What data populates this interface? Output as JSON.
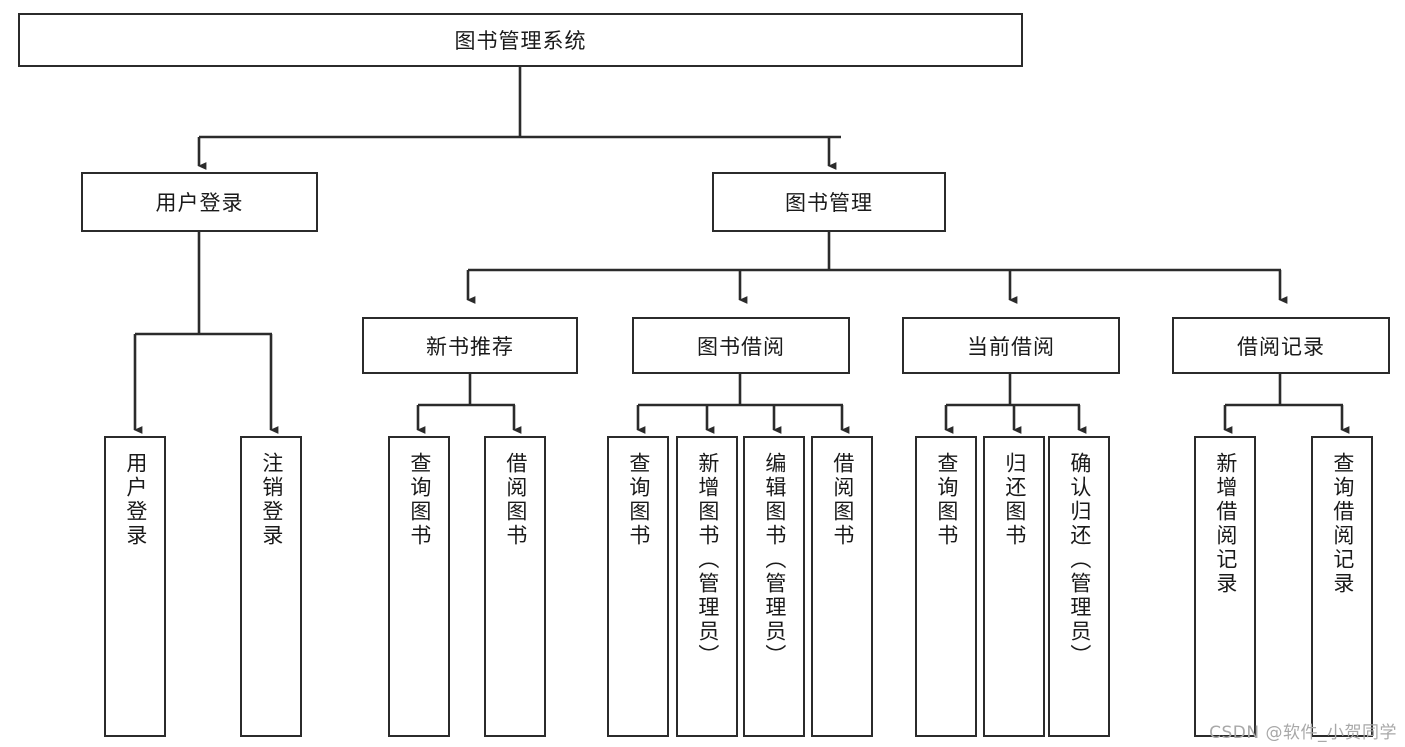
{
  "diagram": {
    "title": "图书管理系统",
    "root": {
      "label": "图书管理系统"
    },
    "level1": [
      {
        "label": "用户登录"
      },
      {
        "label": "图书管理"
      }
    ],
    "level2": [
      {
        "label": "新书推荐"
      },
      {
        "label": "图书借阅"
      },
      {
        "label": "当前借阅"
      },
      {
        "label": "借阅记录"
      }
    ],
    "leaves": {
      "user_login": [
        {
          "label": "用户登录"
        },
        {
          "label": "注销登录"
        }
      ],
      "new_book_recommend": [
        {
          "label": "查询图书"
        },
        {
          "label": "借阅图书"
        }
      ],
      "book_borrow": [
        {
          "label": "查询图书"
        },
        {
          "label": "新增图书（管理员）"
        },
        {
          "label": "编辑图书（管理员）"
        },
        {
          "label": "借阅图书"
        }
      ],
      "current_borrow": [
        {
          "label": "查询图书"
        },
        {
          "label": "归还图书"
        },
        {
          "label": "确认归还（管理员）"
        }
      ],
      "borrow_record": [
        {
          "label": "新增借阅记录"
        },
        {
          "label": "查询借阅记录"
        }
      ]
    },
    "watermark": "CSDN @软件_小贺同学",
    "colors": {
      "stroke": "#2b2b2b",
      "fill": "#ffffff",
      "text": "#1a1a1a",
      "watermark": "#a8a8a8"
    }
  }
}
